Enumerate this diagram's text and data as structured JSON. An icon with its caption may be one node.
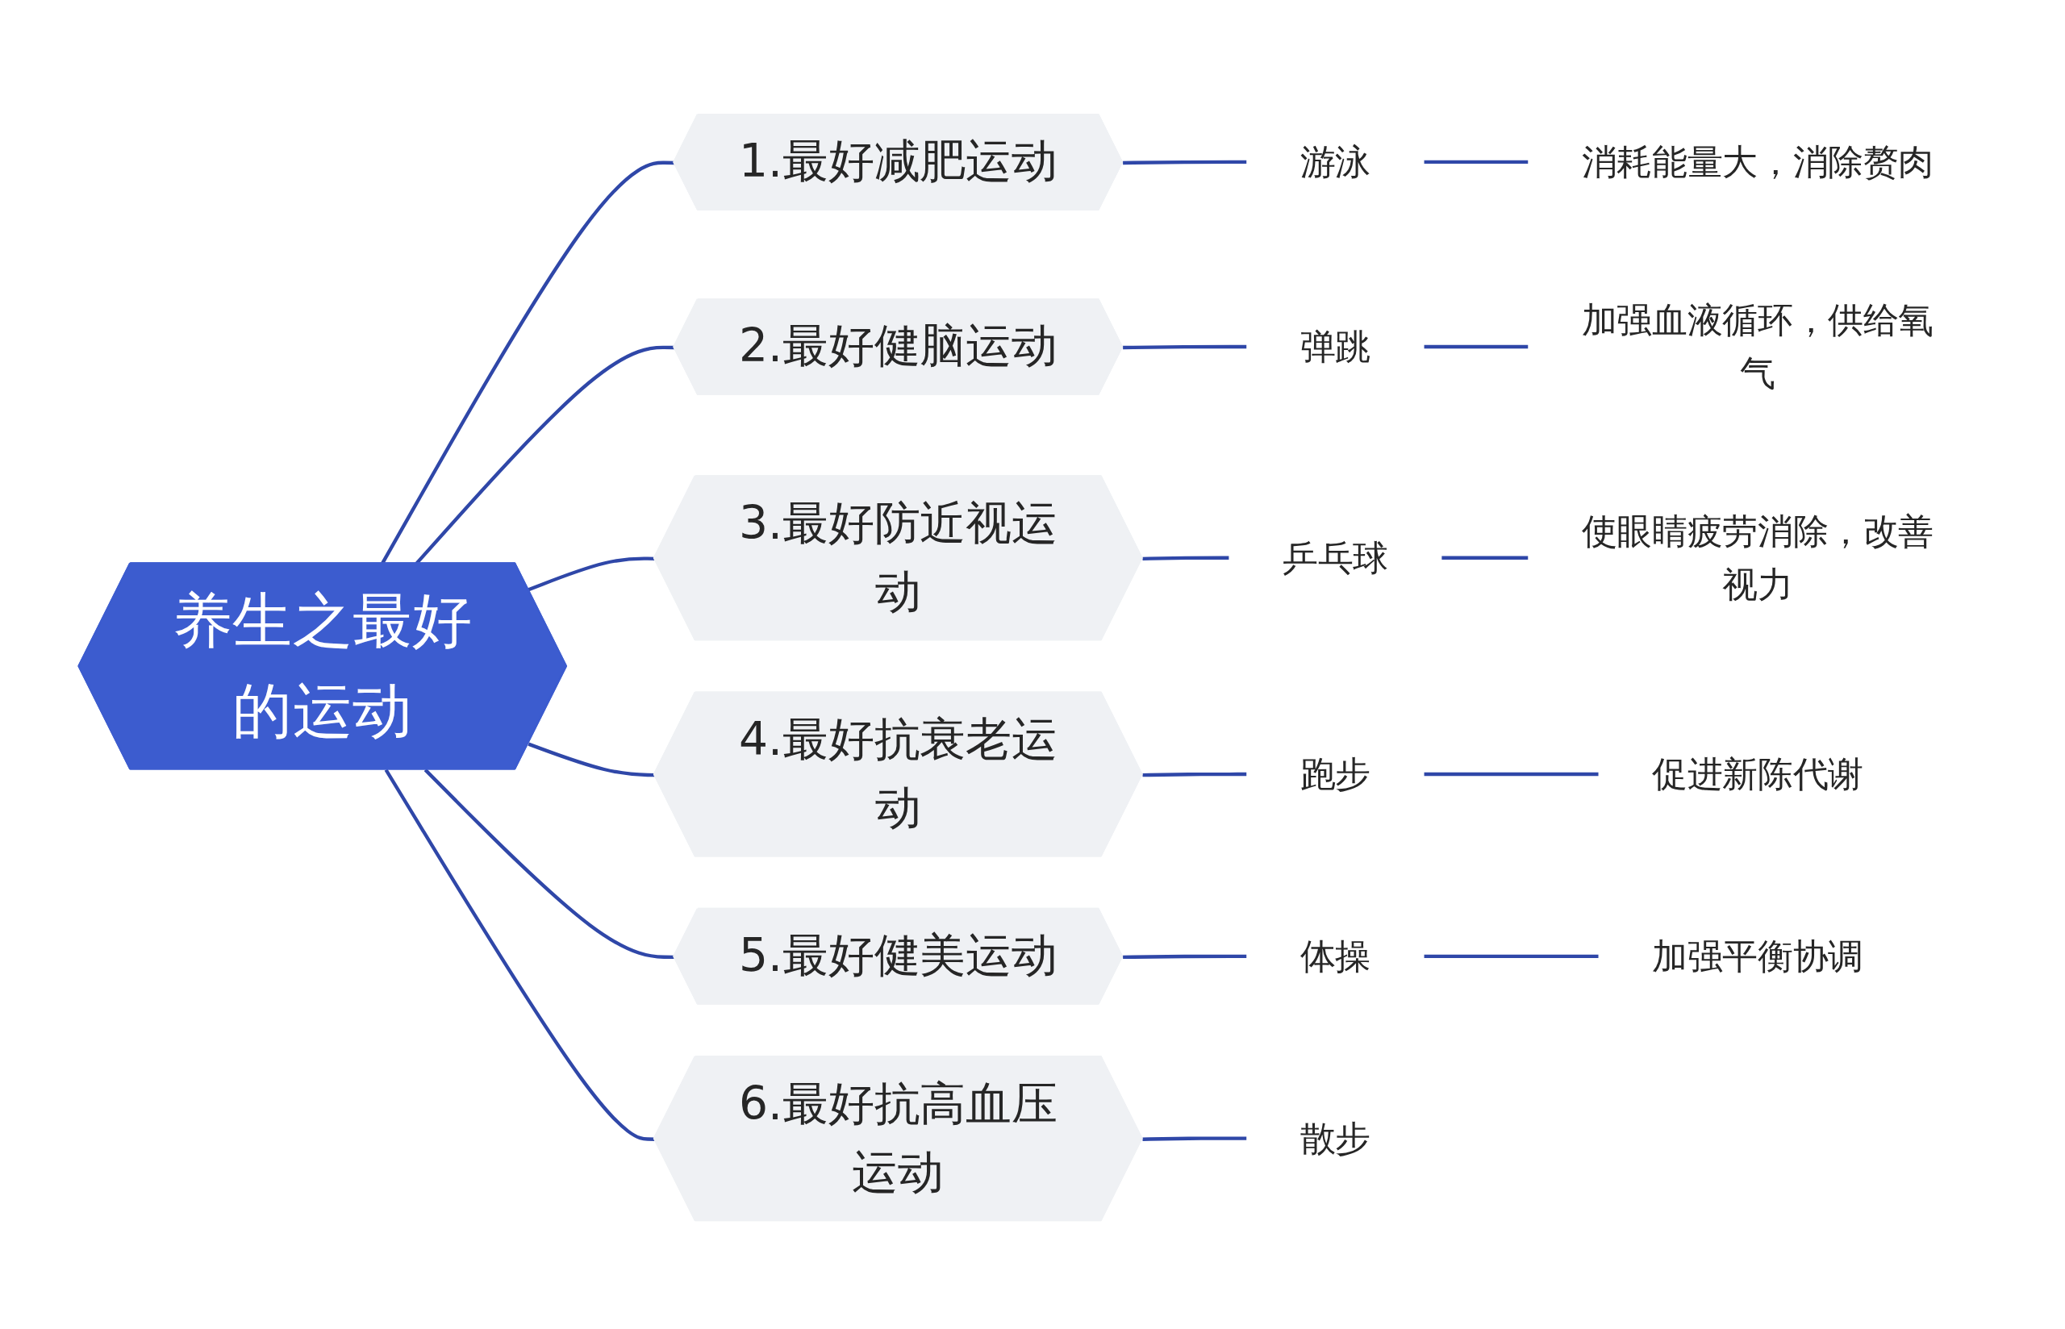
{
  "diagram": {
    "nodes": [
      {
        "text": [
          "养生之最好的运动"
        ]
      },
      {
        "text": [
          "1.最好减肥运动"
        ]
      },
      {
        "text": [
          "游泳"
        ]
      },
      {
        "text": [
          "消耗能量大，消除赘肉"
        ]
      },
      {
        "text": [
          "2.最好健脑运动"
        ]
      },
      {
        "text": [
          "弹跳"
        ]
      },
      {
        "text": [
          "加强血液循环，供给氧气"
        ]
      },
      {
        "text": [
          "3.最好防近视运动"
        ]
      },
      {
        "text": [
          "乒乓球"
        ]
      },
      {
        "text": [
          "使眼睛疲劳消除，改善视力"
        ]
      },
      {
        "text": [
          "4.最好抗衰老运动"
        ]
      },
      {
        "text": [
          "跑步"
        ]
      },
      {
        "text": [
          "促进新陈代谢"
        ]
      },
      {
        "text": [
          "5.最好健美运动"
        ]
      },
      {
        "text": [
          "体操"
        ]
      },
      {
        "text": [
          "加强平衡协调"
        ]
      },
      {
        "text": [
          "6.最好抗高血压运动"
        ]
      },
      {
        "text": [
          "散步"
        ]
      }
    ],
    "edges": [
      {
        "from": 0,
        "to": 1,
        "arrow": "none"
      },
      {
        "from": 1,
        "to": 2,
        "arrow": "none"
      },
      {
        "from": 2,
        "to": 3,
        "arrow": "none"
      },
      {
        "from": 0,
        "to": 4,
        "arrow": "none"
      },
      {
        "from": 4,
        "to": 5,
        "arrow": "none"
      },
      {
        "from": 5,
        "to": 6,
        "arrow": "none"
      },
      {
        "from": 0,
        "to": 7,
        "arrow": "none"
      },
      {
        "from": 7,
        "to": 8,
        "arrow": "none"
      },
      {
        "from": 8,
        "to": 9,
        "arrow": "none"
      },
      {
        "from": 0,
        "to": 10,
        "arrow": "none"
      },
      {
        "from": 10,
        "to": 11,
        "arrow": "none"
      },
      {
        "from": 11,
        "to": 12,
        "arrow": "none"
      },
      {
        "from": 0,
        "to": 13,
        "arrow": "none"
      },
      {
        "from": 13,
        "to": 14,
        "arrow": "none"
      },
      {
        "from": 14,
        "to": 15,
        "arrow": "none"
      },
      {
        "from": 0,
        "to": 16,
        "arrow": "none"
      },
      {
        "from": 16,
        "to": 17,
        "arrow": "none"
      }
    ]
  }
}
